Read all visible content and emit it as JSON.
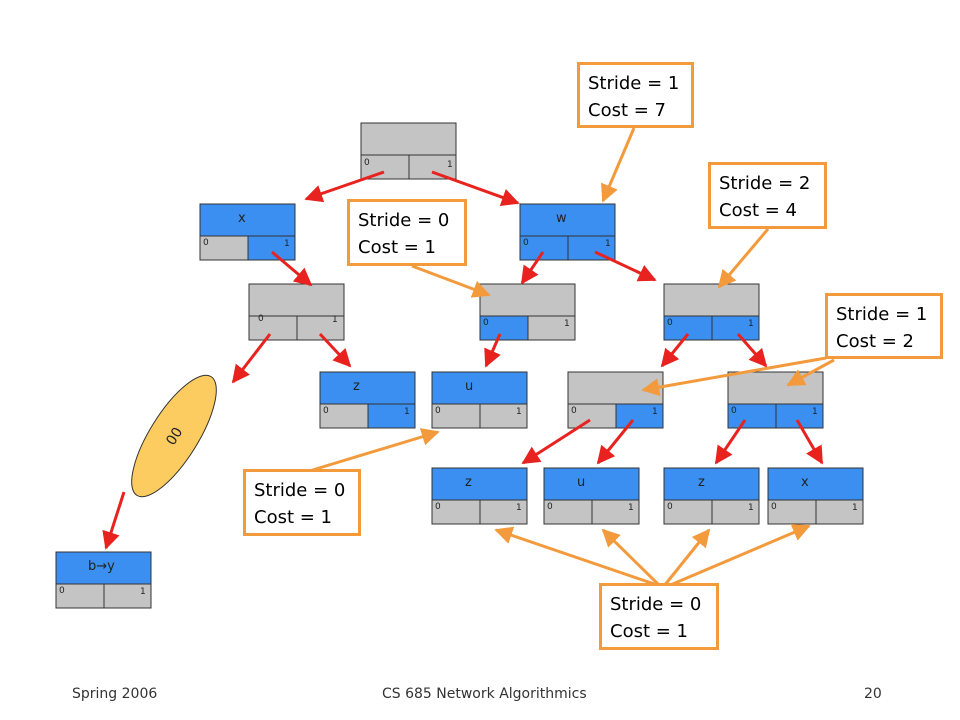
{
  "colors": {
    "blue": "#3a8ff0",
    "gray": "#c4c4c4",
    "arrow": "#e8231f",
    "callout": "#f39a3c",
    "ellipse": "#fccc61"
  },
  "bits": {
    "zero": "0",
    "one": "1"
  },
  "nodes": {
    "root": {
      "label": ""
    },
    "x": {
      "label": "x"
    },
    "w": {
      "label": "w"
    },
    "mid_left": {
      "label": ""
    },
    "mid_center": {
      "label": ""
    },
    "mid_right": {
      "label": ""
    },
    "z1": {
      "label": "z"
    },
    "u1": {
      "label": "u"
    },
    "l3a": {
      "label": ""
    },
    "l3b": {
      "label": ""
    },
    "z2": {
      "label": "z"
    },
    "u2": {
      "label": "u"
    },
    "z3": {
      "label": "z"
    },
    "x2": {
      "label": "x"
    },
    "by": {
      "label": "b→y"
    }
  },
  "ellipse_label": "00",
  "callouts": {
    "c1": {
      "line1": "Stride = 1",
      "line2": "Cost = 7"
    },
    "c2": {
      "line1": "Stride = 2",
      "line2": "Cost = 4"
    },
    "c3": {
      "line1": "Stride = 0",
      "line2": "Cost = 1"
    },
    "c4": {
      "line1": "Stride = 1",
      "line2": "Cost = 2"
    },
    "c5": {
      "line1": "Stride = 0",
      "line2": "Cost = 1"
    },
    "c6": {
      "line1": "Stride = 0",
      "line2": "Cost = 1"
    }
  },
  "footer": {
    "left": "Spring 2006",
    "center": "CS 685 Network Algorithmics",
    "right": "20"
  }
}
